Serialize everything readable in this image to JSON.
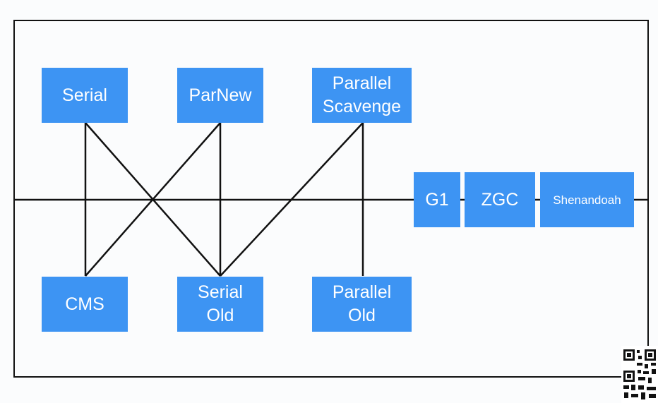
{
  "collectors": {
    "serial": "Serial",
    "parnew": "ParNew",
    "parallel_scavenge": "Parallel\nScavenge",
    "cms": "CMS",
    "serial_old": "Serial\nOld",
    "parallel_old": "Parallel\nOld",
    "g1": "G1",
    "zgc": "ZGC",
    "shenandoah": "Shenandoah"
  },
  "connections": [
    [
      "serial",
      "cms"
    ],
    [
      "serial",
      "serial_old"
    ],
    [
      "parnew",
      "cms"
    ],
    [
      "parnew",
      "serial_old"
    ],
    [
      "parallel_scavenge",
      "serial_old"
    ],
    [
      "parallel_scavenge",
      "parallel_old"
    ]
  ],
  "colors": {
    "box_fill": "#3d94f3",
    "box_text": "#ffffff",
    "line": "#111111"
  },
  "icons": {
    "corner": "qr-code-icon"
  }
}
